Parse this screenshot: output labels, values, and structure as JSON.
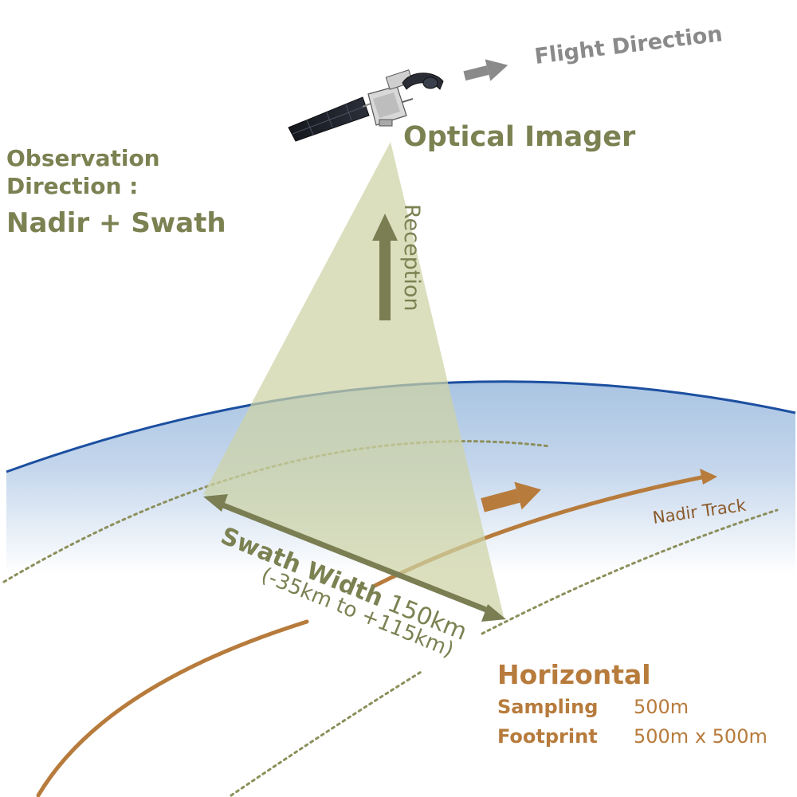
{
  "labels": {
    "flight_direction": "Flight Direction",
    "optical_imager": "Optical Imager",
    "observation_direction_line1": "Observation",
    "observation_direction_line2": "Direction :",
    "observation_mode": "Nadir + Swath",
    "reception": "Reception",
    "nadir_track": "Nadir Track",
    "swath_width_bold": "Swath Width",
    "swath_width_value": " 150km",
    "swath_range": "(-35km to +115km)",
    "horizontal_heading": "Horizontal",
    "sampling_label": "Sampling",
    "sampling_value": "500m",
    "footprint_label": "Footprint",
    "footprint_value": "500m x 500m"
  },
  "colors": {
    "olive_text": "#7c8152",
    "olive_arrow": "#7a7e52",
    "beam_fill": "#cdd2a5",
    "earth_top": "#a9c4e2",
    "earth_line": "#1c4fa0",
    "orange": "#b77b3c",
    "orange_text": "#8a5a2b",
    "gray_arrow": "#8a8a8a",
    "dotted": "#8c8f5a"
  },
  "icons": {
    "satellite": "satellite-icon"
  }
}
